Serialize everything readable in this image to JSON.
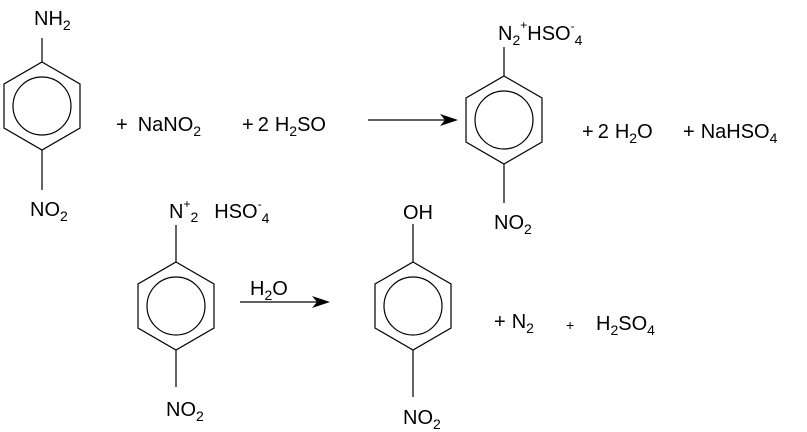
{
  "reaction1": {
    "reactant_aniline": {
      "top_group": {
        "base": "NH",
        "sub": "2"
      },
      "bottom_group": {
        "base": "NO",
        "sub": "2"
      }
    },
    "reagent_nano2": {
      "plus": "+",
      "base": "NaNO",
      "sub": "2"
    },
    "reagent_acid": {
      "plus": "+",
      "coef": "2",
      "base": "H",
      "sub": "2",
      "rest": "SO"
    },
    "product_diazonium": {
      "top_group": {
        "base": "N",
        "sub": "2",
        "sup": "+",
        "counter": "HSO",
        "counter_sup": "-",
        "counter_sub": "4"
      },
      "bottom_group": {
        "base": "NO",
        "sub": "2"
      }
    },
    "byproduct_water": {
      "plus": "+",
      "coef": "2",
      "base": "H",
      "sub": "2",
      "rest": "O"
    },
    "byproduct_salt": {
      "plus": "+",
      "base": "NaHSO",
      "sub": "4"
    }
  },
  "reaction2": {
    "reactant_diazonium": {
      "top_group": {
        "base": "N",
        "sup": "+",
        "sub": "2",
        "counter": "HSO",
        "counter_sup": "-",
        "counter_sub": "4"
      },
      "bottom_group": {
        "base": "NO",
        "sub": "2"
      }
    },
    "arrow_label": {
      "base": "H",
      "sub": "2",
      "rest": "O"
    },
    "product_phenol": {
      "top_group": {
        "base": "OH"
      },
      "bottom_group": {
        "base": "NO",
        "sub": "2"
      }
    },
    "byproduct_n2": {
      "plus": "+",
      "base": "N",
      "sub": "2"
    },
    "byproduct_acid": {
      "plus": "+",
      "base": "H",
      "sub": "2",
      "rest": "SO",
      "sub2": "4"
    }
  }
}
